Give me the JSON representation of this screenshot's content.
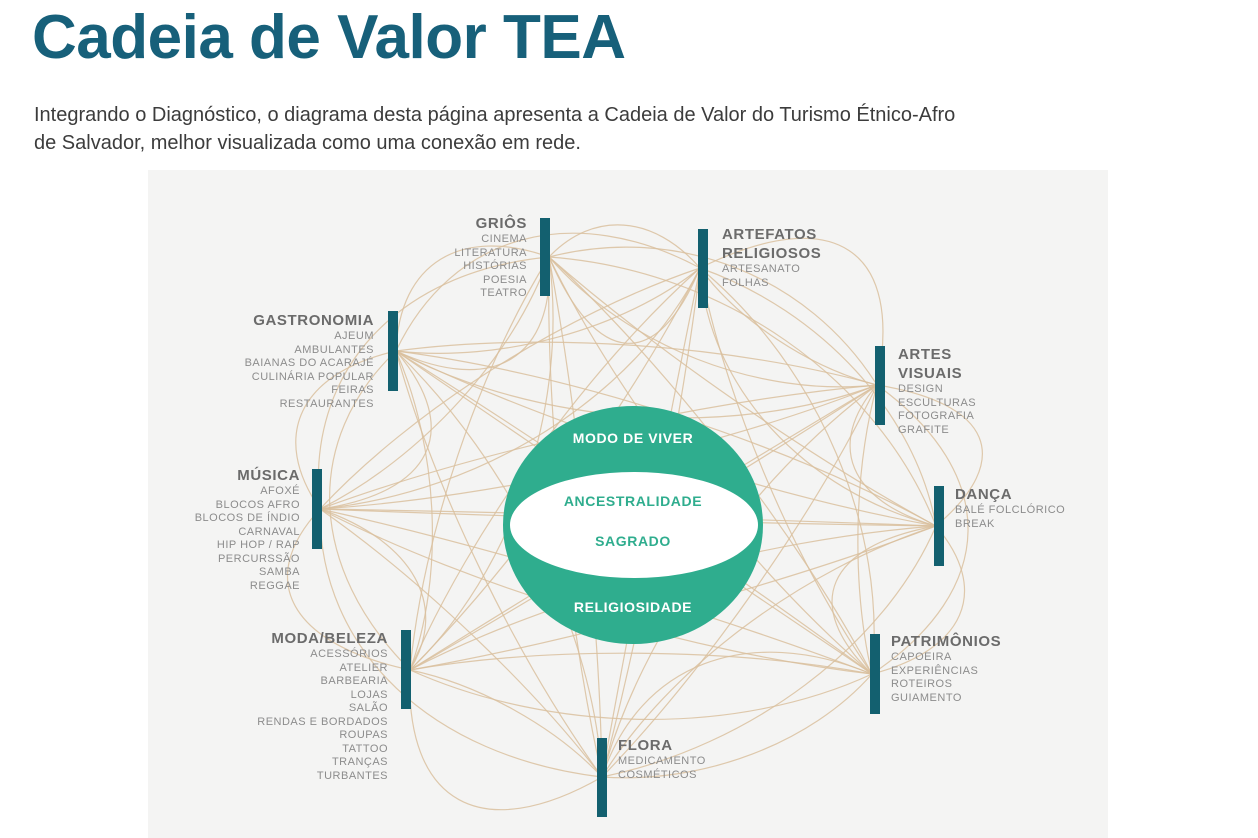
{
  "title": "Cadeia de Valor TEA",
  "intro": {
    "line1": "Integrando o Diagnóstico, o diagrama desta página apresenta a Cadeia de Valor do Turismo Étnico-Afro",
    "line2": "de Salvador, melhor visualizada como uma conexão em rede."
  },
  "center": {
    "top": "MODO DE VIVER",
    "inner1": "ANCESTRALIDADE",
    "inner2": "SAGRADO",
    "bottom": "RELIGIOSIDADE"
  },
  "colors": {
    "title": "#17607a",
    "bar": "#13606f",
    "circle": "#2fad8e",
    "link": "#d9bf9e",
    "panel": "#f4f4f3"
  },
  "categories": {
    "grios": {
      "title": [
        "GRIÔS"
      ],
      "items": [
        "CINEMA",
        "LITERATURA",
        "HISTÓRIAS",
        "POESIA",
        "TEATRO"
      ]
    },
    "artefatos": {
      "title": [
        "ARTEFATOS",
        "RELIGIOSOS"
      ],
      "items": [
        "ARTESANATO",
        "FOLHAS"
      ]
    },
    "gastronomia": {
      "title": [
        "GASTRONOMIA"
      ],
      "items": [
        "AJEUM",
        "AMBULANTES",
        "BAIANAS DO ACARAJÉ",
        "CULINÁRIA POPULAR",
        "FEIRAS",
        "RESTAURANTES"
      ]
    },
    "artes": {
      "title": [
        "ARTES",
        "VISUAIS"
      ],
      "items": [
        "DESIGN",
        "ESCULTURAS",
        "FOTOGRAFIA",
        "GRAFITE"
      ]
    },
    "musica": {
      "title": [
        "MÚSICA"
      ],
      "items": [
        "AFOXÉ",
        "BLOCOS AFRO",
        "BLOCOS DE ÍNDIO",
        "CARNAVAL",
        "HIP HOP / RAP",
        "PERCURSSÃO",
        "SAMBA",
        "REGGAE"
      ]
    },
    "danca": {
      "title": [
        "DANÇA"
      ],
      "items": [
        "BALÉ FOLCLÓRICO",
        "BREAK"
      ]
    },
    "moda": {
      "title": [
        "MODA/BELEZA"
      ],
      "items": [
        "ACESSÓRIOS",
        "ATELIER",
        "BARBEARIA",
        "LOJAS",
        "SALÃO",
        "RENDAS E BORDADOS",
        "ROUPAS",
        "TATTOO",
        "TRANÇAS",
        "TURBANTES"
      ]
    },
    "patrimonios": {
      "title": [
        "PATRIMÔNIOS"
      ],
      "items": [
        "CAPOEIRA",
        "EXPERIÊNCIAS",
        "ROTEIROS",
        "GUIAMENTO"
      ]
    },
    "flora": {
      "title": [
        "FLORA"
      ],
      "items": [
        "MEDICAMENTO",
        "COSMÉTICOS"
      ]
    }
  }
}
